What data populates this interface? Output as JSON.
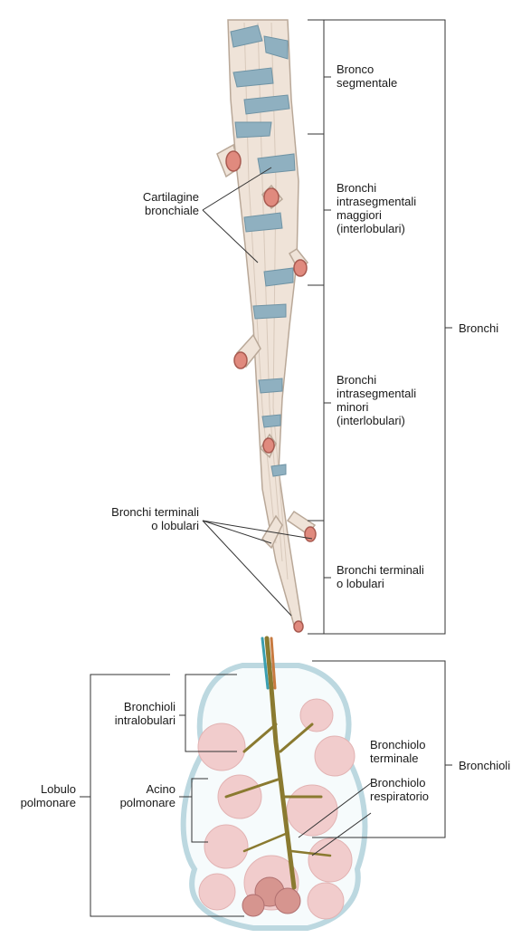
{
  "labels": {
    "bronco_segmentale": "Bronco\nsegmentale",
    "cartilagine_bronchiale": "Cartilagine\nbronchiale",
    "bronchi_intraseg_maggiori": "Bronchi\nintrasegmentali\nmaggiori\n(interlobulari)",
    "bronchi": "Bronchi",
    "bronchi_intraseg_minori": "Bronchi\nintrasegmentali\nminori\n(interlobulari)",
    "bronchi_terminali_left": "Bronchi terminali\no lobulari",
    "bronchi_terminali_right": "Bronchi terminali\no lobulari",
    "bronchioli_intralobulari": "Bronchioli\nintralobulari",
    "bronchiolo_terminale": "Bronchiolo\nterminale",
    "bronchioli": "Bronchioli",
    "bronchiolo_respiratorio": "Bronchiolo\nrespiratorio",
    "lobulo_polmonare": "Lobulo\npolmonare",
    "acino_polmonare": "Acino\npolmonare"
  },
  "colors": {
    "bronchus_fill": "#efe3d8",
    "bronchus_stroke": "#b9a898",
    "cartilage": "#8fb0c0",
    "opening": "#e08a7e",
    "alveoli": "#f0c8c8",
    "lobule_border": "#bcd8e0",
    "bronchiole": "#8a7a30",
    "lines": "#333333"
  }
}
